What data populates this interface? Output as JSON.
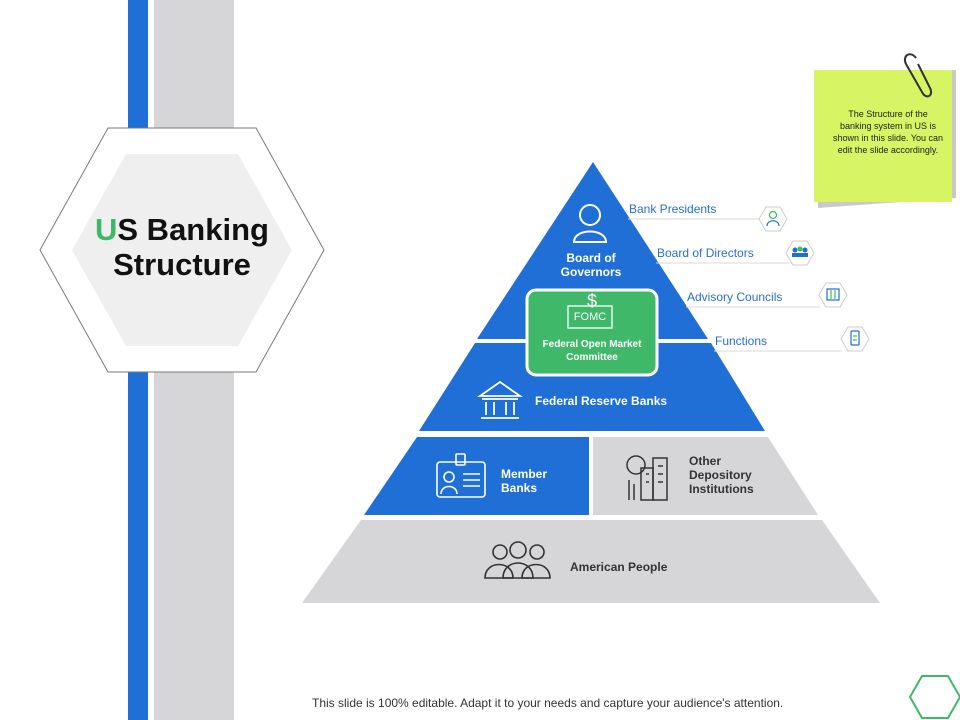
{
  "title": {
    "first_letter": "U",
    "rest_line1": "S Banking",
    "line2": "Structure"
  },
  "note": {
    "text": "The Structure of the banking system in US is shown in this slide. You can edit the slide accordingly."
  },
  "pyramid": {
    "board": "Board of Governors",
    "fomc": "Federal Open Market Committee",
    "fomc_badge": "FOMC",
    "dollar": "$",
    "reserve": "Federal Reserve Banks",
    "member": "Member Banks",
    "other": "Other Depository Institutions",
    "people": "American People"
  },
  "side_items": [
    {
      "label": "Bank Presidents",
      "icon": "person-icon"
    },
    {
      "label": "Board of Directors",
      "icon": "group-icon"
    },
    {
      "label": "Advisory Councils",
      "icon": "council-icon"
    },
    {
      "label": "Functions",
      "icon": "document-icon"
    }
  ],
  "footer": "This slide is 100% editable. Adapt it to your needs and capture your audience's attention.",
  "colors": {
    "blue": "#1f6fd6",
    "green": "#3fb86a",
    "gray": "#d6d6d8",
    "note": "#d7f465"
  }
}
